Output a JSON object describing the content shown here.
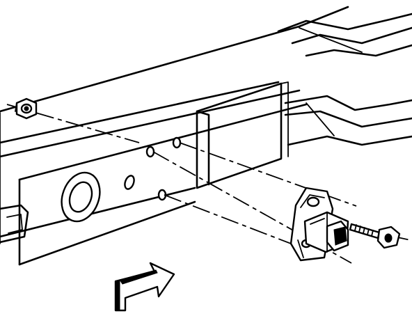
{
  "figure": {
    "title": "",
    "parts": [
      {
        "name": "frame-rail"
      },
      {
        "name": "crossmember"
      },
      {
        "name": "nut"
      },
      {
        "name": "sensor-bracket"
      },
      {
        "name": "sensor"
      },
      {
        "name": "bolt"
      },
      {
        "name": "direction-arrow"
      }
    ],
    "colors": {
      "line": "#000000",
      "background": "#ffffff"
    }
  }
}
